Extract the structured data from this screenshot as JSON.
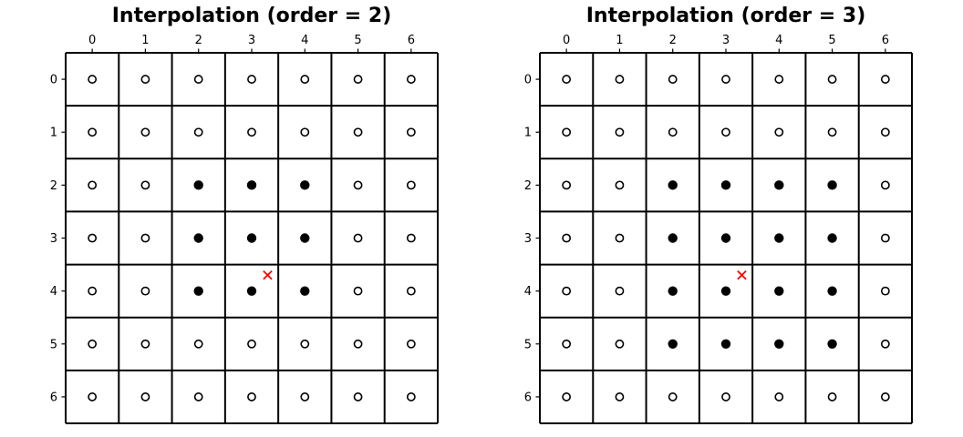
{
  "figure": {
    "background": "#ffffff"
  },
  "chart_data": [
    {
      "type": "scatter",
      "title": "Interpolation (order = 2)",
      "order": 2,
      "grid": {
        "rows": 7,
        "cols": 7,
        "grid_on": true
      },
      "x_tick_labels": [
        "0",
        "1",
        "2",
        "3",
        "4",
        "5",
        "6"
      ],
      "y_tick_labels": [
        "0",
        "1",
        "2",
        "3",
        "4",
        "5",
        "6"
      ],
      "xlim": [
        -0.5,
        6.5
      ],
      "ylim": [
        6.5,
        -0.5
      ],
      "filled_points": [
        [
          2,
          2
        ],
        [
          2,
          3
        ],
        [
          2,
          4
        ],
        [
          3,
          2
        ],
        [
          3,
          3
        ],
        [
          3,
          4
        ],
        [
          4,
          2
        ],
        [
          4,
          3
        ],
        [
          4,
          4
        ]
      ],
      "query_point": {
        "x": 3.3,
        "y": 3.7
      },
      "colors": {
        "grid_line": "#000000",
        "open_marker_edge": "#000000",
        "open_marker_fill": "#ffffff",
        "filled_marker": "#000000",
        "query_marker": "#ff0000",
        "tick_label": "#000000",
        "title": "#000000"
      }
    },
    {
      "type": "scatter",
      "title": "Interpolation (order = 3)",
      "order": 3,
      "grid": {
        "rows": 7,
        "cols": 7,
        "grid_on": true
      },
      "x_tick_labels": [
        "0",
        "1",
        "2",
        "3",
        "4",
        "5",
        "6"
      ],
      "y_tick_labels": [
        "0",
        "1",
        "2",
        "3",
        "4",
        "5",
        "6"
      ],
      "xlim": [
        -0.5,
        6.5
      ],
      "ylim": [
        6.5,
        -0.5
      ],
      "filled_points": [
        [
          2,
          2
        ],
        [
          2,
          3
        ],
        [
          2,
          4
        ],
        [
          2,
          5
        ],
        [
          3,
          2
        ],
        [
          3,
          3
        ],
        [
          3,
          4
        ],
        [
          3,
          5
        ],
        [
          4,
          2
        ],
        [
          4,
          3
        ],
        [
          4,
          4
        ],
        [
          4,
          5
        ],
        [
          5,
          2
        ],
        [
          5,
          3
        ],
        [
          5,
          4
        ],
        [
          5,
          5
        ]
      ],
      "query_point": {
        "x": 3.3,
        "y": 3.7
      },
      "colors": {
        "grid_line": "#000000",
        "open_marker_edge": "#000000",
        "open_marker_fill": "#ffffff",
        "filled_marker": "#000000",
        "query_marker": "#ff0000",
        "tick_label": "#000000",
        "title": "#000000"
      }
    }
  ]
}
